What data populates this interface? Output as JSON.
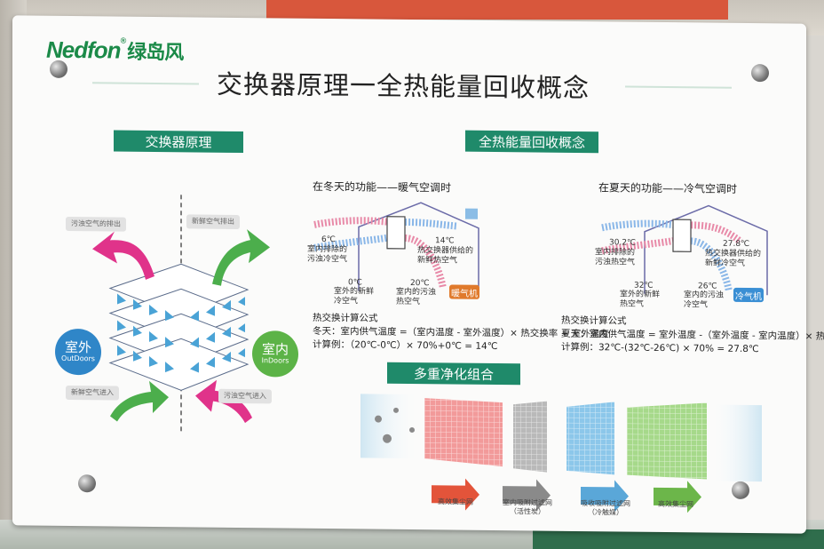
{
  "brand": {
    "name_en": "Nedfon",
    "name_cn": "绿岛风",
    "mark": "®",
    "color": "#1b8a48"
  },
  "title": "交换器原理一全热能量回收概念",
  "sections": {
    "left_tag": "交换器原理",
    "right_tag": "全热能量回收概念",
    "bottom_tag": "多重净化组合"
  },
  "exchanger": {
    "outdoor": {
      "cn": "室外",
      "en": "OutDoors",
      "color": "#2f86c8"
    },
    "indoor": {
      "cn": "室内",
      "en": "InDoors",
      "color": "#5cb347"
    },
    "labels": [
      "污浊空气的排出",
      "新鲜空气排出",
      "新鲜空气进入",
      "污浊空气进入"
    ]
  },
  "winter": {
    "heading": "在冬天的功能——暖气空调时",
    "t1": "6℃",
    "t1_desc": "室内排除的污浊冷空气",
    "t2": "14℃",
    "t2_desc": "热交换器供给的新鲜热空气",
    "t3": "0℃",
    "t3_desc": "室外的新鲜冷空气",
    "t4": "20℃",
    "t4_desc": "室内的污浊热空气",
    "badge": "暖气机",
    "badge_color": "#e07a2c",
    "formula_title": "热交换计算公式",
    "formula": "冬天：室内供气温度 =（室内温度 - 室外温度）× 热交换率 + 室外温度",
    "example": "计算例：（20℃-0℃）× 70%+0℃ = 14℃"
  },
  "summer": {
    "heading": "在夏天的功能——冷气空调时",
    "t1": "30.2℃",
    "t1_desc": "室内排除的污浊热空气",
    "t2": "27.8℃",
    "t2_desc": "热交换器供给的新鲜冷空气",
    "t3": "32℃",
    "t3_desc": "室外的新鲜热空气",
    "t4": "26℃",
    "t4_desc": "室内的污浊冷空气",
    "badge": "冷气机",
    "badge_color": "#3a8fd4",
    "formula_title": "热交换计算公式",
    "formula": "夏天：室内供气温度 = 室外温度 -（室外温度 - 室内温度）× 热交换率",
    "example": "计算例：32℃-(32℃-26℃) × 70% = 27.8℃"
  },
  "filters": {
    "stages": [
      {
        "label": "高效集尘网",
        "color": "#e4563c"
      },
      {
        "label": "室内吸附过滤网（活性炭）",
        "color": "#8a8a8a"
      },
      {
        "label": "吸收吸附过滤网（冷触媒）",
        "color": "#5aa7d8"
      },
      {
        "label": "高效集尘网",
        "color": "#6cb64a"
      }
    ]
  }
}
